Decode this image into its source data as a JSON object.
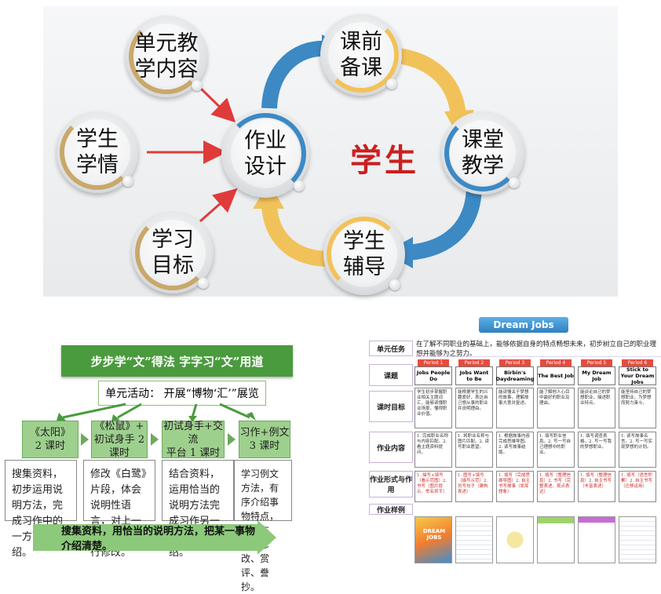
{
  "top_diagram": {
    "center_label": "学生",
    "nodes": [
      {
        "id": "unit",
        "text_line1": "单元教",
        "text_line2": "学内容"
      },
      {
        "id": "situation",
        "text_line1": "学生",
        "text_line2": "学情"
      },
      {
        "id": "goal",
        "text_line1": "学习",
        "text_line2": "目标"
      },
      {
        "id": "homework",
        "text_line1": "作业",
        "text_line2": "设计"
      },
      {
        "id": "prep",
        "text_line1": "课前",
        "text_line2": "备课"
      },
      {
        "id": "class",
        "text_line1": "课堂",
        "text_line2": "教学"
      },
      {
        "id": "tutor",
        "text_line1": "学生",
        "text_line2": "辅导"
      }
    ],
    "colors": {
      "blue_arrow": "#3d89c4",
      "yellow_arrow": "#f2c25a",
      "red_arrow": "#e03b3b",
      "center_text": "#cc1f1f"
    }
  },
  "bottom_left": {
    "title": "步步学“文”得法 字字习“文”用道",
    "activity": "单元活动： 开展“博物‘汇’”展览",
    "steps": [
      {
        "line1": "《太阳》",
        "line2": "2 课时"
      },
      {
        "line1": "《松鼠》+",
        "line2": "初试身手 2 课时"
      },
      {
        "line1": "初试身手+交流",
        "line2": "平台  1 课时"
      },
      {
        "line1": "习作+例文",
        "line2": "3 课时"
      }
    ],
    "descriptions": [
      "搜集资料，初步运用说明方法，完成习作中的一方面的介绍。",
      "修改《白鹭》片段，体会说明性语言，对上一方面介绍进行修改。",
      "结合资料，运用恰当的说明方法完成习作另一方面的介绍。",
      "学习例文方法，有序介绍事物特点，谋篇布局，修改、赏评、誊抄。"
    ],
    "footer": "搜集资料，用恰当的说明方法，把某一事物介绍清楚。"
  },
  "bottom_right": {
    "banner": "Dream Jobs",
    "row_labels": [
      "单元任务",
      "课题",
      "课时目标",
      "作业内容",
      "作业形式与作用",
      "作业样例"
    ],
    "task_text": "在了解不同职业的基础上，能够依据自身的特点畅想未来，初步树立自己的职业理想并能够为之努力。",
    "periods": [
      {
        "badge": "Period 1",
        "topic": "Jobs People Do",
        "goal": "学生初步掌握职业相关主题词汇，能够读懂职业场景，懂得职业价值。",
        "content": "1. 完成职业名称与内容匹配。2. 看主题资料提问。",
        "form": "1. 描写+填写（看示范图）2. 书写（图片提示、举名抓手）"
      },
      {
        "badge": "Period 2",
        "topic": "Jobs Want to Be",
        "goal": "能根据学生的兴趣爱好，表达自己想从事的职业并说明理由。",
        "content": "1. 将职业名称与图片匹配。2. 读写职业愿望。",
        "form": "1. 图写+填写（描写示范）2. 仿写句子（建构表述）"
      },
      {
        "badge": "Period 3",
        "topic": "Birbin's Daydreaming",
        "goal": "能读懂关于梦想的故事，理解故事大意并复述。",
        "content": "1. 根据故事内容完成思维导图。2. 读写故事结尾。",
        "form": "1. 填写（完成思维导图）2. 自主书写故事（发挥想象）"
      },
      {
        "badge": "Period 4",
        "topic": "The Best Job",
        "goal": "能了解他人心目中最好的职业及理由。",
        "content": "1. 填写职业信息。2. 写一写自己理想中的职业。",
        "form": "1. 填写（整理信息）2. 书写（完整表述、观点表达）"
      },
      {
        "badge": "Period 5",
        "topic": "My Dream Job",
        "goal": "能谈论自己的梦想职业，描述职业特点。",
        "content": "1. 填写调查表格。2. 写一写我的梦想职业。",
        "form": "1. 填写（整理信息）2. 自主书写（丰富表述）"
      },
      {
        "badge": "Period 6",
        "topic": "Stick to Your Dream Jobs",
        "goal": "能坚持自己的梦想职业，为梦想而努力奋斗。",
        "content": "1. 读写故事名言。2. 写一写实现梦想的计划。",
        "form": "1. 填写（语言积累）2. 自主书写（迁移运用）"
      }
    ],
    "sample_title": "DREAM JOBS"
  }
}
